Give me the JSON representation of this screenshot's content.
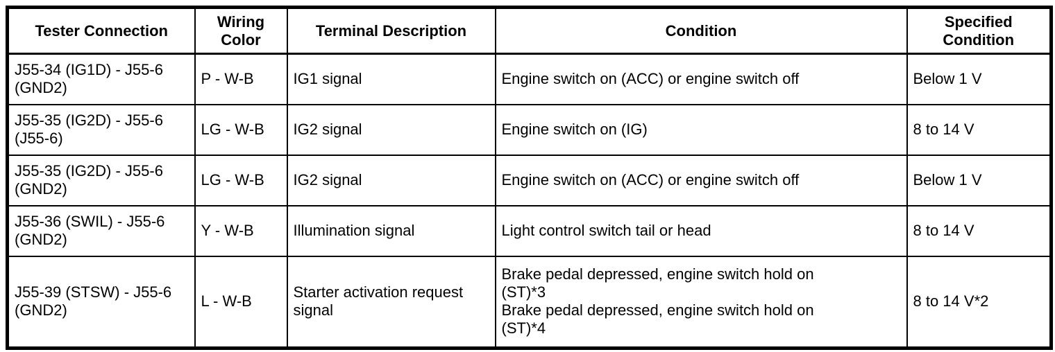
{
  "colors": {
    "border": "#000000",
    "text": "#000000",
    "background": "#ffffff"
  },
  "table": {
    "columns": [
      {
        "key": "tester_connection",
        "label": "Tester Connection"
      },
      {
        "key": "wiring_color",
        "label": "Wiring Color"
      },
      {
        "key": "terminal_description",
        "label": "Terminal Description"
      },
      {
        "key": "condition",
        "label": "Condition"
      },
      {
        "key": "specified_condition",
        "label": "Specified Condition"
      }
    ],
    "rows": [
      {
        "tester_connection": "J55-34 (IG1D) - J55-6 (GND2)",
        "wiring_color": "P - W-B",
        "terminal_description": "IG1 signal",
        "condition_lines": [
          "Engine switch on (ACC) or engine switch off"
        ],
        "specified_condition": "Below 1 V"
      },
      {
        "tester_connection": "J55-35 (IG2D) - J55-6 (J55-6)",
        "wiring_color": "LG - W-B",
        "terminal_description": "IG2 signal",
        "condition_lines": [
          "Engine switch on (IG)"
        ],
        "specified_condition": "8 to 14 V"
      },
      {
        "tester_connection": "J55-35 (IG2D) - J55-6 (GND2)",
        "wiring_color": "LG - W-B",
        "terminal_description": "IG2 signal",
        "condition_lines": [
          "Engine switch on (ACC) or engine switch off"
        ],
        "specified_condition": "Below 1 V"
      },
      {
        "tester_connection": "J55-36 (SWIL) - J55-6 (GND2)",
        "wiring_color": "Y - W-B",
        "terminal_description": "Illumination signal",
        "condition_lines": [
          "Light control switch tail or head"
        ],
        "specified_condition": "8 to 14 V"
      },
      {
        "tester_connection": "J55-39 (STSW) - J55-6 (GND2)",
        "wiring_color": "L - W-B",
        "terminal_description": "Starter activation request signal",
        "condition_lines": [
          "Brake pedal depressed, engine switch hold on (ST)*3",
          "Brake pedal depressed, engine switch hold on (ST)*4"
        ],
        "specified_condition": "8 to 14 V*2"
      }
    ]
  }
}
